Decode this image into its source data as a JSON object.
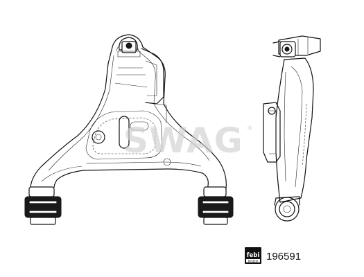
{
  "watermark": {
    "text": "SWAG",
    "mark": "®"
  },
  "brand": {
    "logo_text": "febi",
    "logo_subtext": "bilstein"
  },
  "part": {
    "number": "196591"
  },
  "colors": {
    "line": "#111111",
    "bushing": "#1a1a1a",
    "watermark": "#cfcfcf"
  },
  "icons": [
    "control-arm-front-view",
    "control-arm-side-view",
    "febi-logo"
  ]
}
